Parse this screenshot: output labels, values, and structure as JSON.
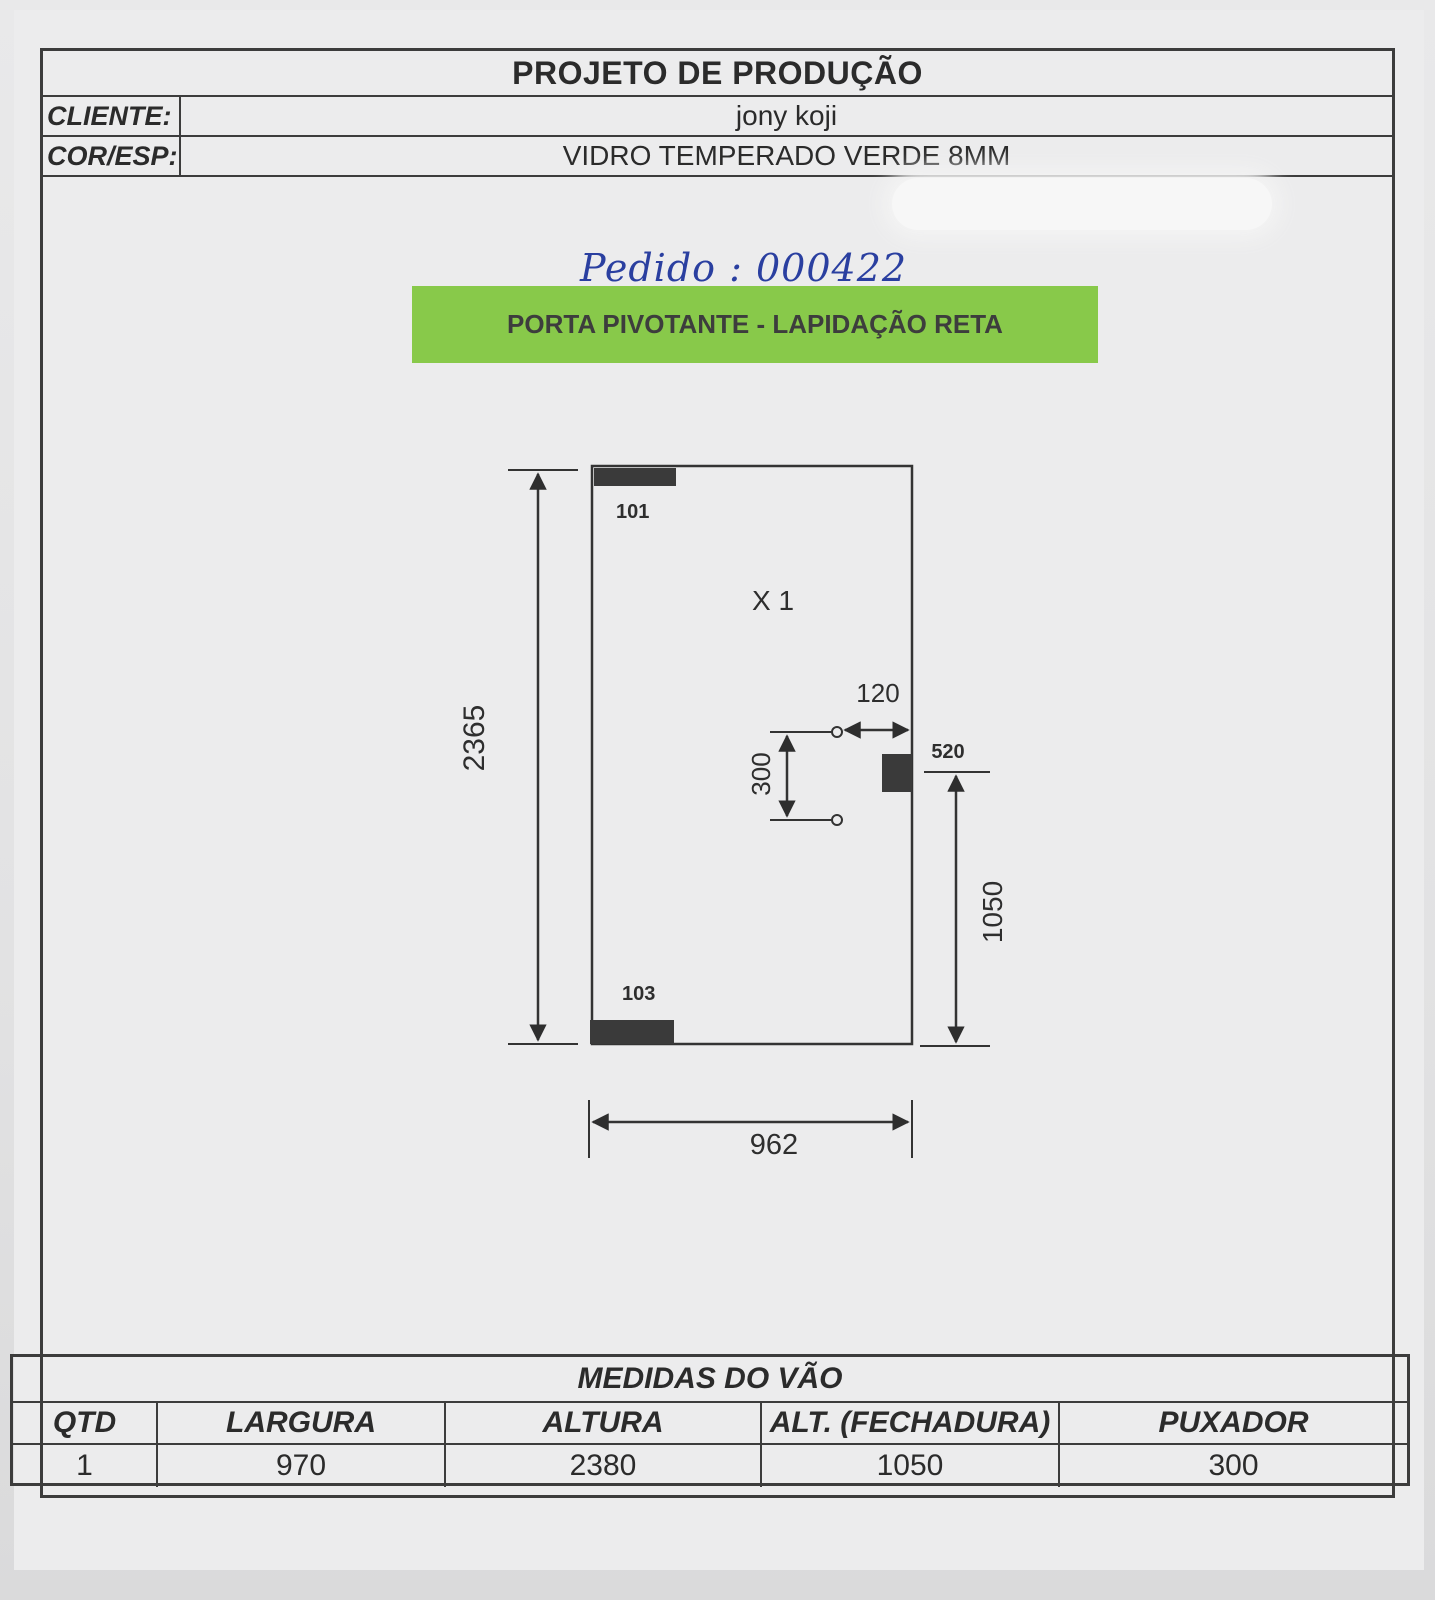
{
  "document": {
    "title": "PROJETO DE PRODUÇÃO",
    "client_label": "CLIENTE:",
    "client_value": "jony koji",
    "color_label": "COR/ESP:",
    "color_value": "VIDRO TEMPERADO VERDE 8MM",
    "handwritten_note": "Pedido : 000422",
    "banner": "PORTA PIVOTANTE - LAPIDAÇÃO RETA",
    "banner_color": "#88c94a"
  },
  "drawing": {
    "height_dim": "2365",
    "width_dim": "962",
    "top_pivot": "101",
    "bottom_pivot": "103",
    "quantity": "X  1",
    "handle_offset": "120",
    "handle_length": "300",
    "lock_code": "520",
    "lock_height": "1050"
  },
  "table": {
    "title": "MEDIDAS DO VÃO",
    "headers": [
      "QTD",
      "LARGURA",
      "ALTURA",
      "ALT. (FECHADURA)",
      "PUXADOR"
    ],
    "values": [
      "1",
      "970",
      "2380",
      "1050",
      "300"
    ]
  }
}
